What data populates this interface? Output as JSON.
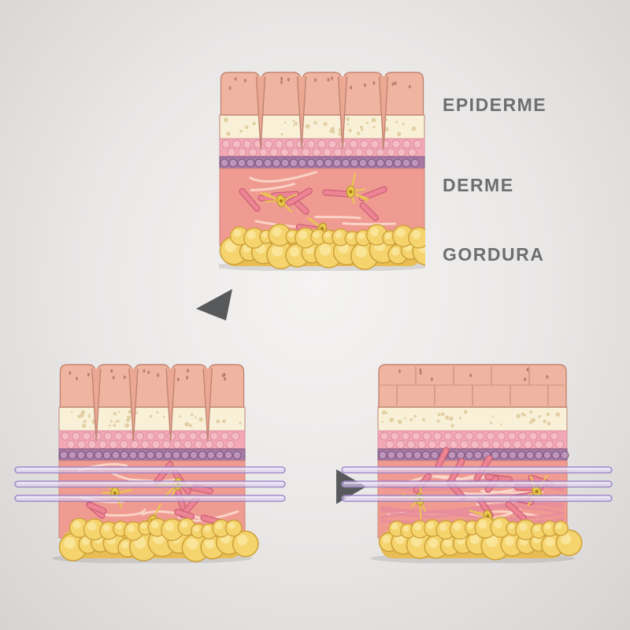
{
  "labels": {
    "epiderme": "EPIDERME",
    "derme": "DERME",
    "gordura": "GORDURA"
  },
  "colors": {
    "background_center": "#f4f3f2",
    "background_edge": "#d6d4d2",
    "label_text": "#6d6e70",
    "arrow": "#58595b",
    "skin_surface": "#f0b5a1",
    "skin_surface_stroke": "#c08573",
    "groove_fill": "#eba893",
    "pore_dot": "#b5766a",
    "epidermis_cream": "#f9f0d8",
    "epidermis_speckle": "#e2cfa4",
    "epidermis_pink": "#f2a9b5",
    "epidermis_cell": "#f6bcc6",
    "epidermis_cell_stroke": "#db8ea1",
    "basal_base": "#a87ba5",
    "basal_bead": "#bd94ba",
    "basal_stroke": "#7d557e",
    "dermis": "#f09b91",
    "dermis_streak": "#fbd9cd",
    "dermis_stroke": "#d08477",
    "collagen_rod": "#ec8494",
    "collagen_stroke": "#cb5f76",
    "fiber_wave": "#e78c9b",
    "fibroblast_yellow": "#e9c84e",
    "fibroblast_stroke": "#bd982b",
    "fibroblast_nucleus": "#a97f18",
    "fat_fill": "#f5d46e",
    "fat_stroke": "#cfa23a",
    "fat_highlight": "#fae9a6",
    "fat_back": "#e7bd54",
    "thread_fill": "#dcd0f2",
    "thread_stroke": "#9a80c4",
    "thread_sheen": "#f3eefb",
    "shadow": "rgba(0,0,0,0.10)"
  },
  "diagrams": [
    {
      "id": "skin-before",
      "wrinkled": true,
      "threads": false,
      "dense": false,
      "blockX": 1,
      "blockW": 260,
      "seed": 7
    },
    {
      "id": "skin-threads",
      "wrinkled": true,
      "threads": true,
      "dense": false,
      "blockX": 57,
      "blockW": 236,
      "seed": 13
    },
    {
      "id": "skin-after",
      "wrinkled": false,
      "threads": true,
      "dense": true,
      "blockX": 47,
      "blockW": 240,
      "seed": 21
    }
  ],
  "threads": {
    "count_per_diagram": 3
  }
}
